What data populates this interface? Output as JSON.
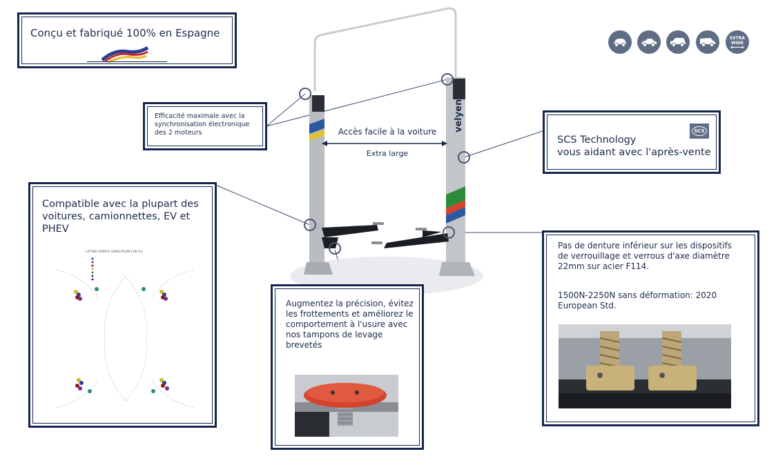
{
  "spain_box": {
    "text": "Conçu et fabriqué 100% en Espagne"
  },
  "sync_box": {
    "text": "Efficacité maximale avec la synchronisation électronique des 2 moteurs"
  },
  "access_label": "Accès facile à la voiture",
  "extra_large_label": "Extra large",
  "scs_box": {
    "line1": "SCS Technology",
    "line2": "vous aidant avec l'après-vente",
    "logo_text": "SCS"
  },
  "compat_box": {
    "text": "Compatible avec la plupart des voitures, camionnettes, EV et PHEV",
    "diagram_title": "LIFTING POINTS SIMULATION FOR EV",
    "legend_colors": [
      "#2e3f8f",
      "#7b2a8f",
      "#8a1a1a",
      "#c9b92a",
      "#2a7a3a",
      "#5a2a8a",
      "#3a1a5a"
    ]
  },
  "pads_box": {
    "text": "Augmentez la précision, évitez les frottements et améliorez le comportement à l'usure avec nos tampons de levage brevetés"
  },
  "lock_box": {
    "text1": "Pas de denture inférieur sur les dispositifs de verrouillage et verrous d'axe diamètre 22mm sur acier F114.",
    "text2": "1500N-2250N sans déformation: 2020 European Std."
  },
  "vehicle_icons": [
    "car-small-icon",
    "car-sedan-icon",
    "suv-icon",
    "van-icon",
    "extra-wide-icon"
  ],
  "extra_wide_label": "EXTRA WIDE",
  "brand_text": "velyen",
  "colors": {
    "navy": "#14254f",
    "badge": "#5e6d85",
    "column": "#b9bcc0",
    "pad_red": "#d5432c"
  }
}
